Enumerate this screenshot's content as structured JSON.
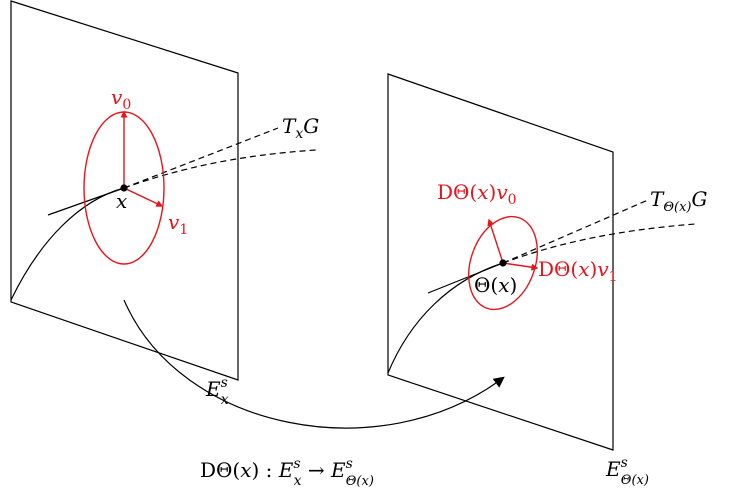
{
  "colors": {
    "ink": "#000000",
    "accent": "#e8141c"
  },
  "left": {
    "point": {
      "base": "x"
    },
    "v0": {
      "base": "v",
      "sub": "0"
    },
    "v1": {
      "base": "v",
      "sub": "1"
    },
    "tangent": {
      "base": "T",
      "sub": "x",
      "tail": "G"
    },
    "plane": {
      "base": "E",
      "sup": "s",
      "sub": "x"
    }
  },
  "right": {
    "point": {
      "pre": "Θ(",
      "base": "x",
      "post": ")"
    },
    "dv0": {
      "pre": "DΘ(",
      "base": "x",
      "post": ")",
      "v": "v",
      "sub": "0"
    },
    "dv1": {
      "pre": "DΘ(",
      "base": "x",
      "post": ")",
      "v": "v",
      "sub": "1"
    },
    "tangent": {
      "base": "T",
      "sub": "Θ(x)",
      "tail": "G"
    },
    "plane": {
      "base": "E",
      "sup": "s",
      "sub": "Θ(x)"
    }
  },
  "map": {
    "pre": "DΘ(",
    "base": "x",
    "mid": ") : ",
    "E1": "E",
    "E1_sup": "s",
    "E1_sub": "x",
    "arrow": " → ",
    "E2": "E",
    "E2_sup": "s",
    "E2_sub": "Θ(x)"
  }
}
